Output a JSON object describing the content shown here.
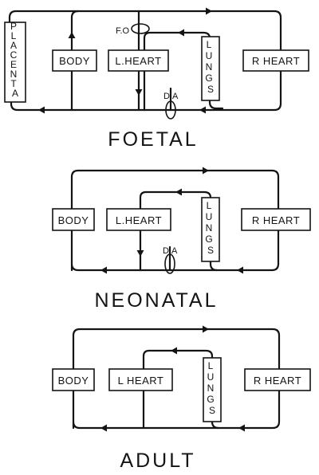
{
  "foetal": {
    "title": "FOETAL",
    "placenta": "PLACENTA",
    "body": "BODY",
    "left_heart": "L.HEART",
    "lungs": "LUNGS",
    "right_heart": "R HEART",
    "foramen_label": "F.O",
    "ductus_label": "D.A"
  },
  "neonatal": {
    "title": "NEONATAL",
    "body": "BODY",
    "left_heart": "L.HEART",
    "lungs": "LUNGS",
    "right_heart": "R HEART",
    "ductus_label": "D.A"
  },
  "adult": {
    "title": "ADULT",
    "body": "BODY",
    "left_heart": "L HEART",
    "lungs": "LUNGS",
    "right_heart": "R HEART"
  }
}
